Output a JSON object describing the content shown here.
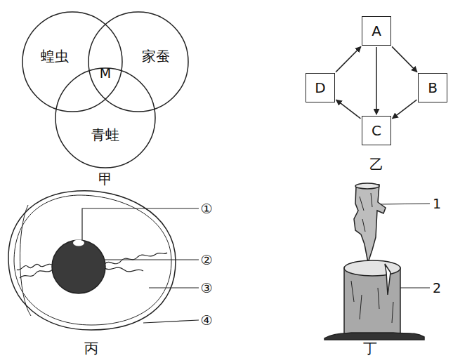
{
  "diagram": {
    "nodes": [
      {
        "text": [
          "蝗虫"
        ]
      },
      {
        "text": [
          "家蚕"
        ]
      },
      {
        "text": [
          "青蛙"
        ]
      },
      {
        "text": [
          "A"
        ]
      },
      {
        "text": [
          "B"
        ]
      },
      {
        "text": [
          "C"
        ]
      },
      {
        "text": [
          "D"
        ]
      }
    ],
    "edges": [
      {
        "from": 3,
        "to": 4,
        "arrow": "to"
      },
      {
        "from": 3,
        "to": 5,
        "arrow": "to"
      },
      {
        "from": 4,
        "to": 5,
        "arrow": "to"
      },
      {
        "from": 5,
        "to": 6,
        "arrow": "to"
      },
      {
        "from": 6,
        "to": 3,
        "arrow": "to"
      }
    ],
    "labels": [
      "M",
      "甲",
      "乙",
      "①",
      "②",
      "③",
      "④",
      "丙",
      "1",
      "2",
      "丁"
    ]
  }
}
